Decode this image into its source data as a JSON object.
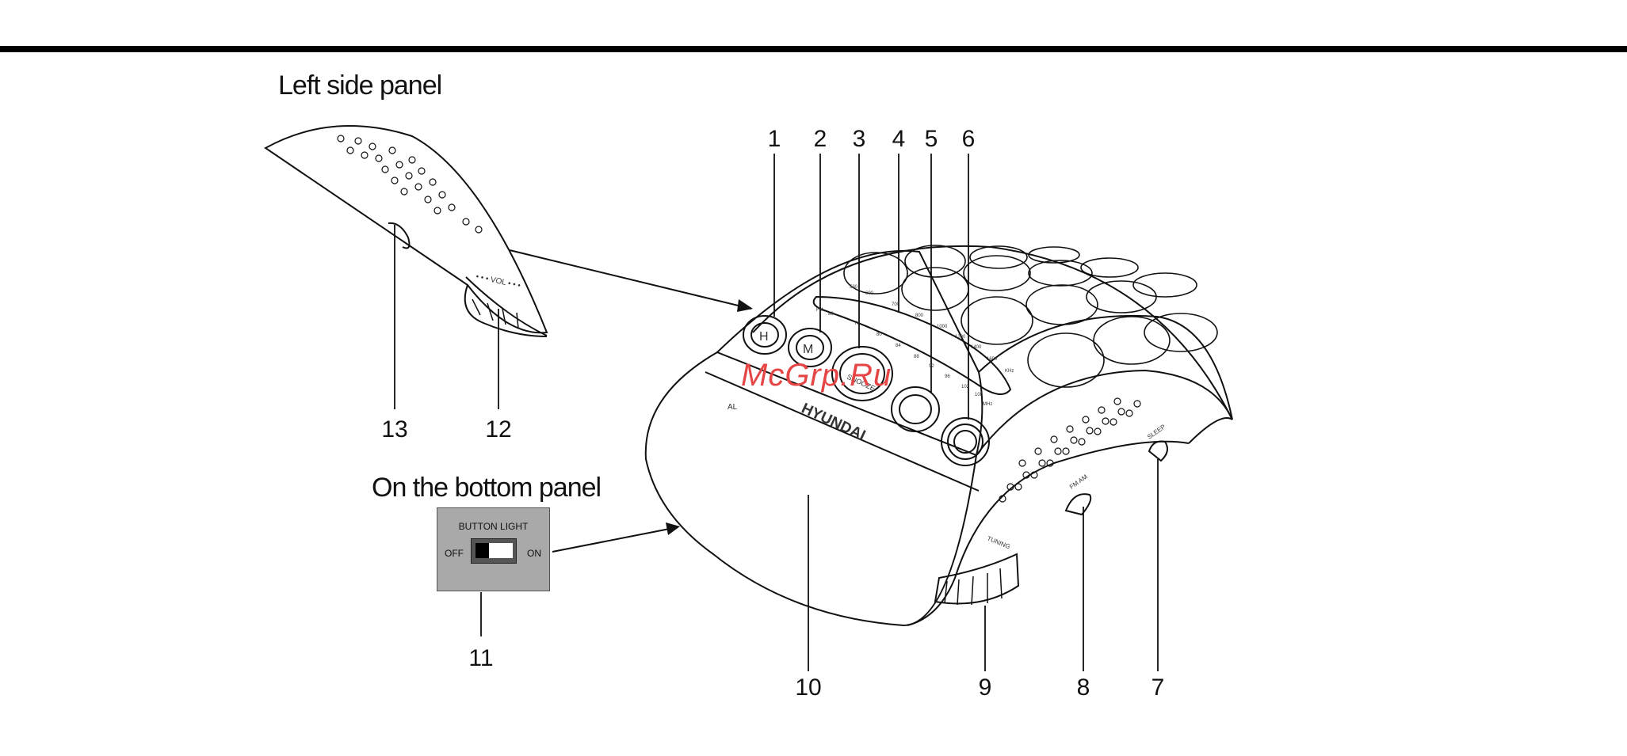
{
  "headings": {
    "left_side_panel": "Left side panel",
    "bottom_panel": "On the bottom panel"
  },
  "callouts": [
    "1",
    "2",
    "3",
    "4",
    "5",
    "6",
    "7",
    "8",
    "9",
    "10",
    "11",
    "12",
    "13"
  ],
  "switch": {
    "title": "BUTTON LIGHT",
    "off_label": "OFF",
    "on_label": "ON"
  },
  "device_labels": {
    "brand": "HYUNDAI",
    "al": "AL",
    "volume": "• • • VOL • • •",
    "tuning": "TUNING",
    "band": "FM AM",
    "sleep": "SLEEP",
    "btn_h": "H",
    "btn_m": "M",
    "btn_snooze": "SNOOZE"
  },
  "scale": {
    "am": [
      "530",
      "600",
      "700",
      "800",
      "1000",
      "1200",
      "1400",
      "1600",
      "KHz"
    ],
    "fm": [
      "FM",
      "88",
      "76",
      "80",
      "84",
      "88",
      "92",
      "96",
      "102",
      "108",
      "MHz"
    ]
  },
  "watermark": "McGrp.Ru",
  "colors": {
    "line": "#111111",
    "switch_panel": "#a9a9a9",
    "watermark": "#e64545"
  }
}
